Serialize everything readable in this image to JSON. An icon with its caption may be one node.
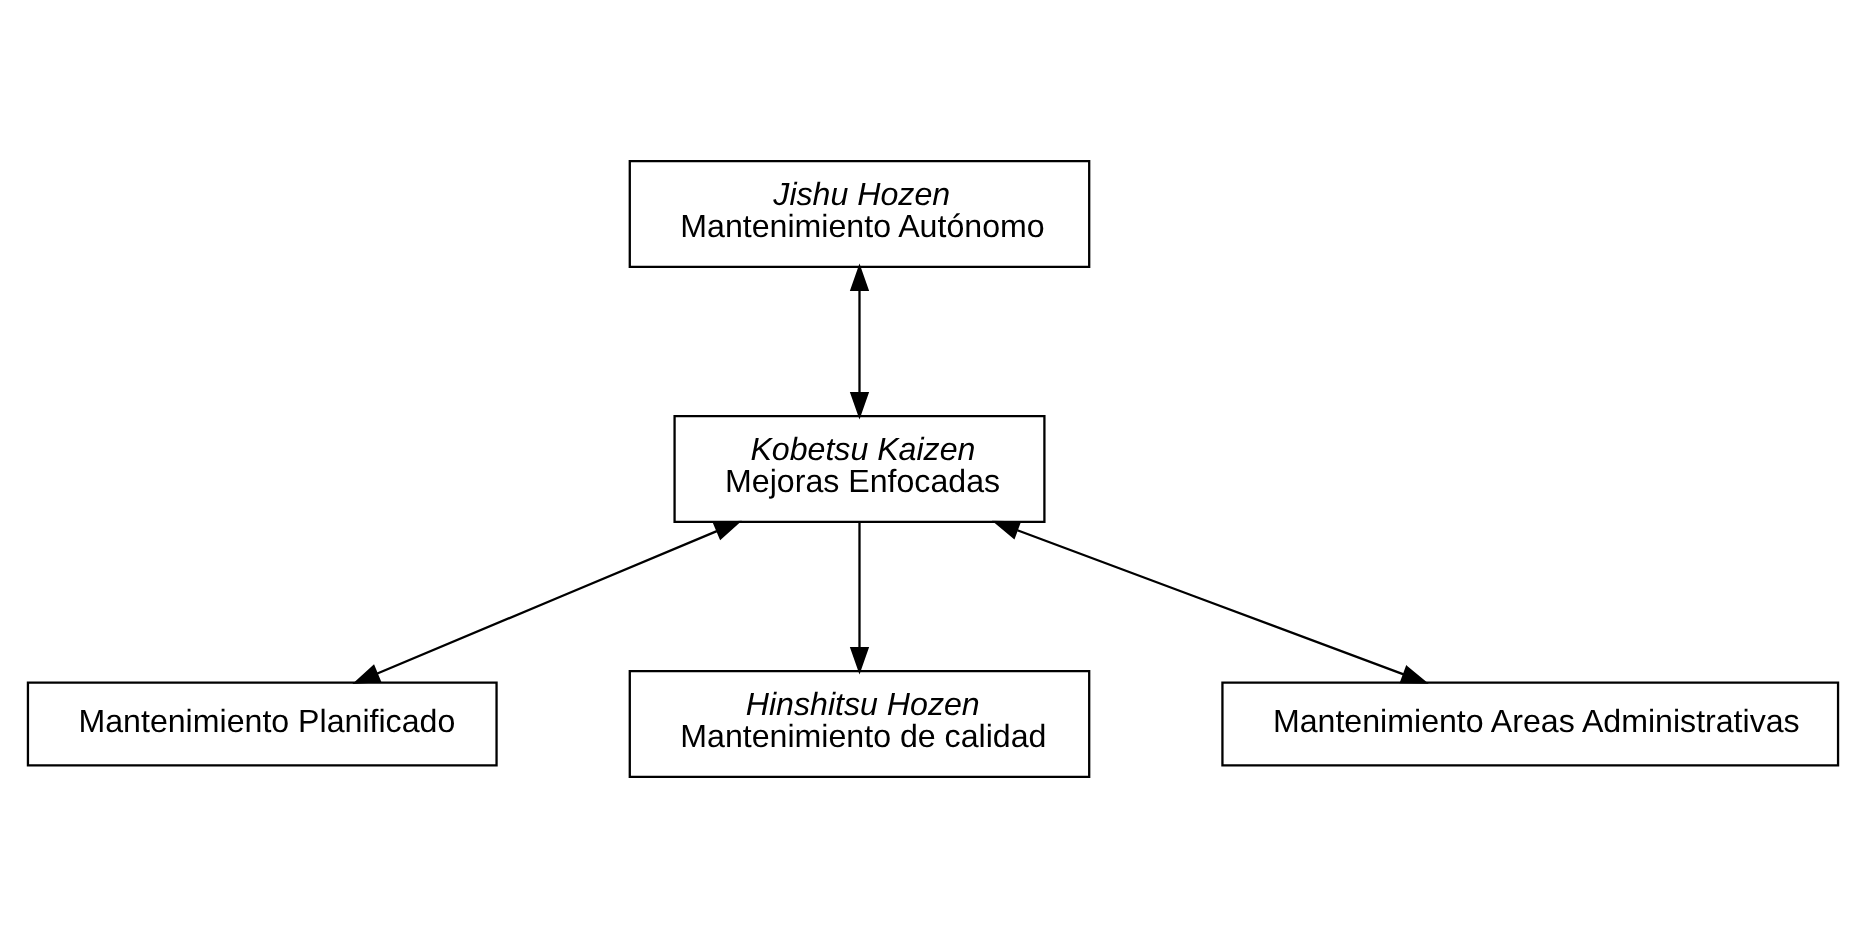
{
  "diagram": {
    "nodes": [
      {
        "text": [
          "Jishu Hozen",
          "Mantenimiento Autónomo"
        ]
      },
      {
        "text": [
          "Kobetsu Kaizen",
          "Mejoras Enfocadas"
        ]
      },
      {
        "text": [
          "Mantenimiento Planificado"
        ]
      },
      {
        "text": [
          "Hinshitsu Hozen",
          "Mantenimiento de calidad"
        ]
      },
      {
        "text": [
          "Mantenimiento Areas Administrativas"
        ]
      }
    ],
    "edges": [
      {
        "from": 0,
        "to": 1,
        "arrow": "both"
      },
      {
        "from": 1,
        "to": 2,
        "arrow": "both"
      },
      {
        "from": 1,
        "to": 3,
        "arrow": "to"
      },
      {
        "from": 1,
        "to": 4,
        "arrow": "both"
      }
    ]
  }
}
